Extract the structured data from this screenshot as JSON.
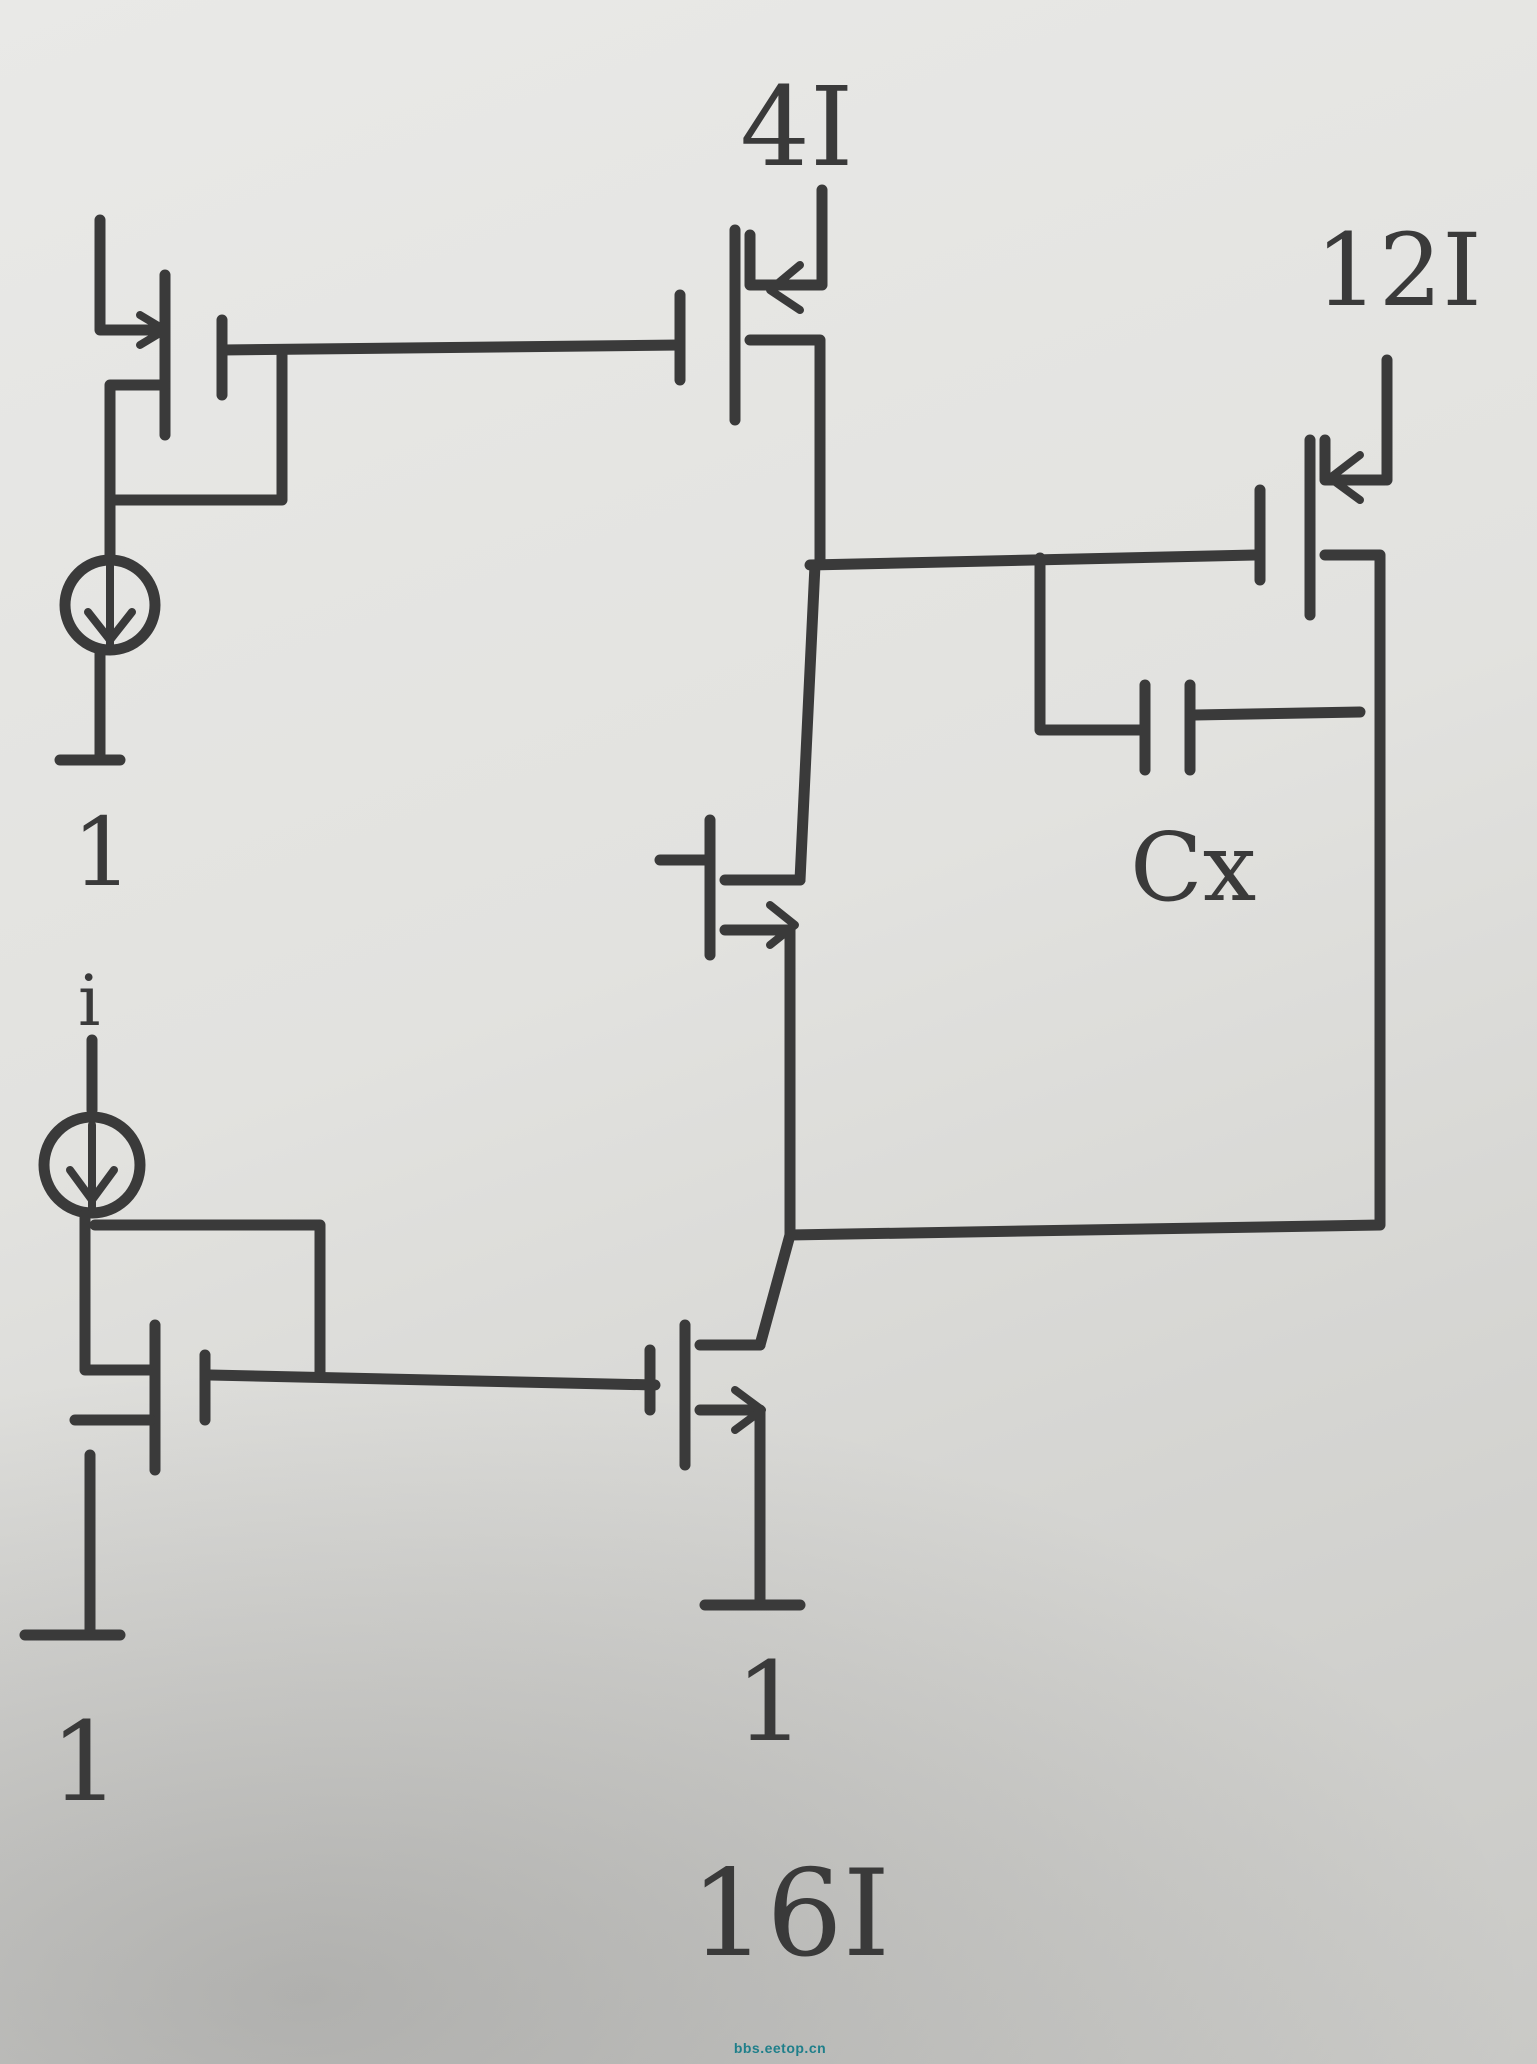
{
  "labels": {
    "current_4i": "4I",
    "current_12i": "12I",
    "current_16i": "16I",
    "cap": "Cx",
    "ratio_left_top": "1",
    "ratio_left_bottom": "i",
    "ratio_gnd_left": "1",
    "ratio_gnd_mid": "1"
  },
  "watermark": "bbs.eetop.cn",
  "colors": {
    "ink": "#3a3a3a",
    "paper": "#e6e6e3",
    "watermark": "#1f7f8a"
  }
}
